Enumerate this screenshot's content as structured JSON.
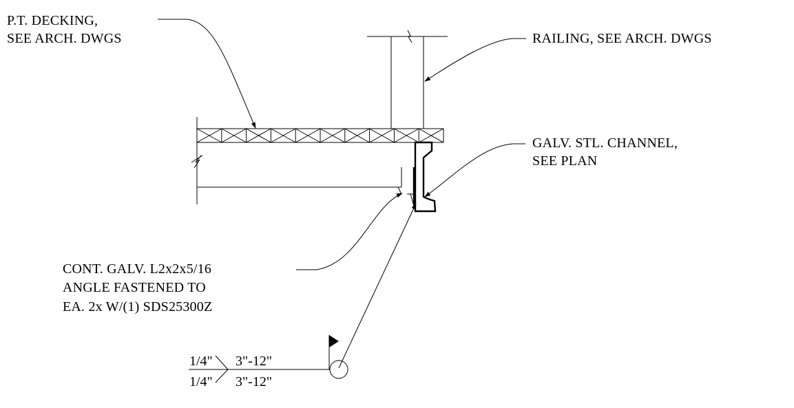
{
  "drawing": {
    "notes": {
      "decking": [
        "P.T. DECKING,",
        "SEE ARCH. DWGS"
      ],
      "railing": [
        "RAILING, SEE ARCH. DWGS"
      ],
      "channel": [
        "GALV. STL. CHANNEL,",
        "SEE PLAN"
      ],
      "angle": [
        "CONT. GALV. L2x2x5/16",
        "ANGLE FASTENED TO",
        "EA. 2x W/(1) SDS25300Z"
      ]
    },
    "weld_symbol": {
      "arrow_side": {
        "size": "1/4\"",
        "length_pitch": "3\"-12\""
      },
      "other_side": {
        "size": "1/4\"",
        "length_pitch": "3\"-12\""
      },
      "type": "fillet",
      "field_weld": true,
      "weld_all_around": true
    },
    "colors": {
      "line": "#000000",
      "background": "#ffffff"
    }
  }
}
